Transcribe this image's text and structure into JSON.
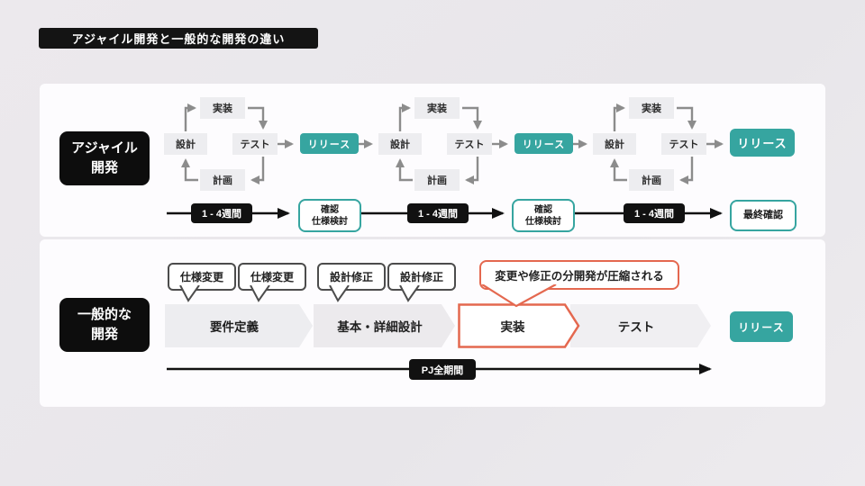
{
  "title": "アジャイル開発と一般的な開発の違い",
  "colors": {
    "teal": "#36a5a0",
    "orange": "#e4684f",
    "black": "#111111"
  },
  "agile_section": {
    "label": "アジャイル\n開発",
    "cycle_steps": {
      "top": "実装",
      "right": "テスト",
      "bottom": "計画",
      "left": "設計"
    },
    "release_label": "リリース",
    "interval_label": "1 - 4週間",
    "checkpoint_label": "確認\n仕様検討",
    "final_label": "最終確認"
  },
  "general_section": {
    "label": "一般的な\n開発",
    "callouts": [
      "仕様変更",
      "仕様変更",
      "設計修正",
      "設計修正"
    ],
    "highlight_callout": "変更や修正の分開発が圧縮される",
    "phases": [
      "要件定義",
      "基本・詳細設計",
      "実装",
      "テスト"
    ],
    "release_label": "リリース",
    "timeline_label": "PJ全期間"
  }
}
